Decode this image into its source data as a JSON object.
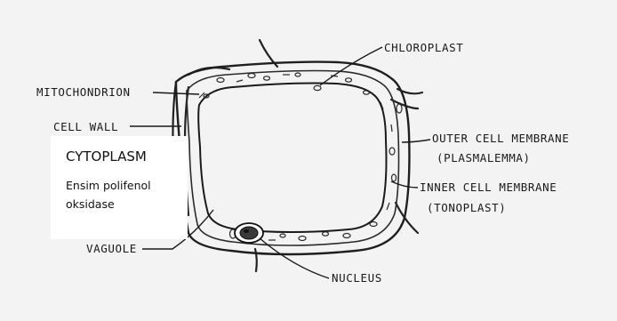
{
  "diagram": {
    "labels": {
      "chloroplast": "CHLOROPLAST",
      "mitochondrion": "MITOCHONDRION",
      "cell_wall": "CELL WALL",
      "outer_membrane": "OUTER CELL MEMBRANE",
      "plasmalemma": "(PLASMALEMMA)",
      "inner_membrane": "INNER CELL MEMBRANE",
      "tonoplast": "(TONOPLAST)",
      "vacuole": "VAGUOLE",
      "nucleus": "NUCLEUS"
    },
    "overlay": {
      "heading": "CYTOPLASM",
      "line1": "Ensim polifenol",
      "line2": "oksidase"
    }
  }
}
